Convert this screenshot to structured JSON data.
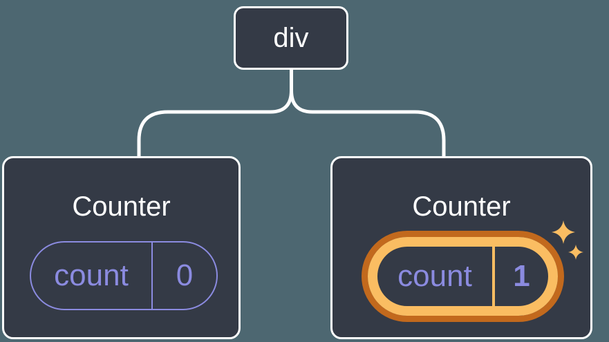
{
  "diagram": {
    "description": "React component tree: a div root with two Counter children; the second Counter's count state is highlighted as newly updated",
    "root": {
      "label": "div"
    },
    "children": [
      {
        "title": "Counter",
        "state": {
          "key": "count",
          "value": "0"
        },
        "highlighted": false
      },
      {
        "title": "Counter",
        "state": {
          "key": "count",
          "value": "1"
        },
        "highlighted": true
      }
    ]
  },
  "icons": {
    "sparkles": "sparkles-icon"
  },
  "colors": {
    "canvas-bg": "#4d6771",
    "node-fill": "#343a46",
    "node-border": "#ffffff",
    "connector": "#ffffff",
    "title-text": "#ffffff",
    "state-accent": "#8b8be0",
    "highlight-outer": "#c2691d",
    "highlight-inner": "#fabd62",
    "sparkle": "#fabd62"
  }
}
